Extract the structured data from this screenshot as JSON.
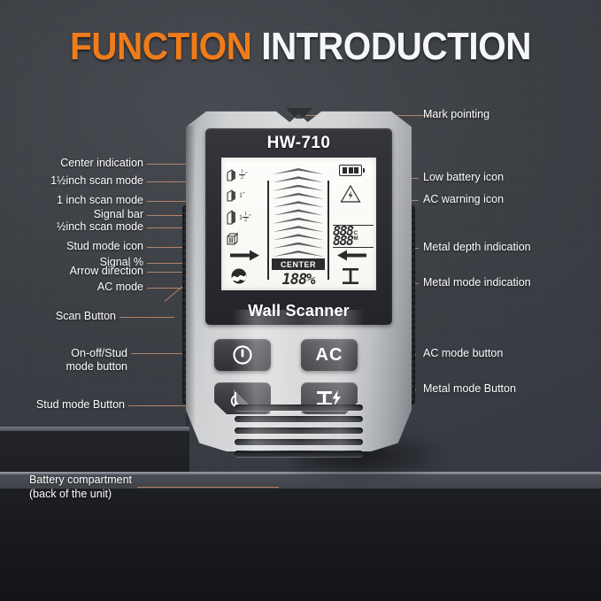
{
  "title": {
    "part1": "FUNCTION",
    "part2": "INTRODUCTION"
  },
  "device": {
    "model_label": "HW-710",
    "brand_label": "Wall Scanner",
    "lcd": {
      "scan_modes": [
        {
          "icon": "wall-depth-icon",
          "value": "1/2",
          "unit": "\""
        },
        {
          "icon": "wall-depth-icon",
          "value": "1",
          "unit": "\""
        },
        {
          "icon": "wall-depth-icon",
          "value": "1 1/2",
          "unit": "\""
        },
        {
          "icon": "stud-block-icon",
          "value": "",
          "unit": ""
        }
      ],
      "center_badge": "CENTER",
      "signal_percent": "188%",
      "depth_value_top": "888",
      "depth_value_bottom": "888",
      "depth_unit_top": "C",
      "depth_unit_bottom": "M",
      "battery_icon": "low-battery-icon",
      "battery_cells": 3,
      "ac_warning_icon": "ac-warning-triangle-icon",
      "ac_mode_icon": "ac-wave-icon",
      "metal_mode_icon": "metal-ibeam-icon",
      "arrow_left_icon": "arrow-right-icon",
      "arrow_right_icon": "arrow-left-icon",
      "chevron_count": 11
    },
    "buttons": [
      {
        "name": "power-stud-button",
        "label": "",
        "icon": "power-icon"
      },
      {
        "name": "ac-mode-button",
        "label": "AC",
        "icon": ""
      },
      {
        "name": "stud-mode-button",
        "label": "",
        "icon": "signal-arcs-icon"
      },
      {
        "name": "metal-mode-button",
        "label": "",
        "icon": "ibeam-bolt-icon"
      }
    ],
    "vent_count": 5
  },
  "callouts_left": [
    {
      "text": "Center indication"
    },
    {
      "text": "1½inch scan mode"
    },
    {
      "text": "1 inch scan mode"
    },
    {
      "text": "Signal bar"
    },
    {
      "text": "½inch scan mode"
    },
    {
      "text": "Stud mode icon"
    },
    {
      "text": "Signal %"
    },
    {
      "text": "Arrow direction"
    },
    {
      "text": "AC mode"
    },
    {
      "text": "Scan Button"
    },
    {
      "text": "On-off/Stud"
    },
    {
      "text": "mode button"
    },
    {
      "text": "Stud mode Button"
    },
    {
      "text": "Battery compartment"
    },
    {
      "text": "(back of the unit)"
    }
  ],
  "callouts_right": [
    {
      "text": "Mark pointing"
    },
    {
      "text": "Low battery icon"
    },
    {
      "text": "AC warning icon"
    },
    {
      "text": "Metal depth indication"
    },
    {
      "text": "Metal mode indication"
    },
    {
      "text": "AC mode button"
    },
    {
      "text": "Metal mode Button"
    }
  ],
  "colors": {
    "accent_orange": "#ef7c1b",
    "leader_line": "#b9876a",
    "background": "#3a3d42",
    "label_text": "#fdfdfd"
  }
}
